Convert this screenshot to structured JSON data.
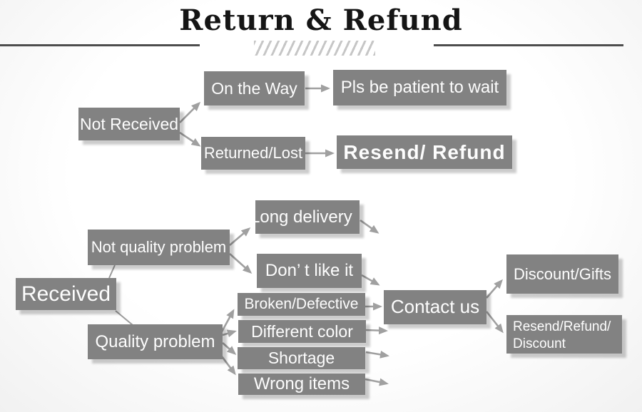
{
  "title": "Return & Refund",
  "colors": {
    "box": "#828282",
    "box_text": "#fdfdfd",
    "arrow": "#a0a0a0",
    "connector": "#9b9b9b",
    "rule": "#4d4d4d",
    "hatch": "#c6c6c6",
    "title": "#151515",
    "background": "#fbfbfb"
  },
  "nodes": {
    "not_received": "Not Received",
    "on_the_way": "On the Way",
    "pls_wait": "Pls be patient to wait",
    "returned_lost": "Returned/Lost",
    "resend_refund": "Resend/ Refund",
    "received": "Received",
    "not_quality_problem": "Not quality problem",
    "long_delivery": "Long delivery",
    "dont_like_it": "Don’ t like it",
    "quality_problem": "Quality problem",
    "broken_defective": "Broken/Defective",
    "different_color": "Different color",
    "shortage": "Shortage",
    "wrong_items": "Wrong items",
    "contact_us": "Contact us",
    "discount_gifts": "Discount/Gifts",
    "resend_refund_discount": "Resend/Refund/ Discount"
  }
}
